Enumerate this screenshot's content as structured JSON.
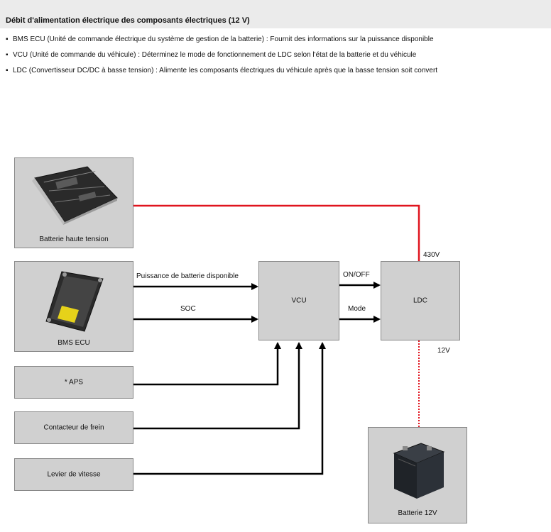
{
  "header": {
    "title": "Débit d'alimentation électrique des composants électriques (12 V)"
  },
  "bullets": [
    "BMS ECU (Unité de commande électrique du système de gestion de la batterie) : Fournit des informations sur la puissance disponible",
    "VCU (Unité de commande du véhicule) : Déterminez le mode de fonctionnement de LDC selon l'état de la batterie et du véhicule",
    "LDC (Convertisseur DC/DC à basse tension) : Alimente les composants électriques du véhicule après que la basse tension soit convert"
  ],
  "bullet_symbol": "▪",
  "diagram": {
    "boxes": {
      "hv_battery": "Batterie haute tension",
      "bms_ecu": "BMS ECU",
      "vcu": "VCU",
      "ldc": "LDC",
      "aps": "* APS",
      "brake_switch": "Contacteur de frein",
      "gear_lever": "Levier de vitesse",
      "battery_12v": "Batterie 12V"
    },
    "edges": {
      "available_power": "Puissance de batterie disponible",
      "soc": "SOC",
      "on_off": "ON/OFF",
      "mode": "Mode",
      "v430": "430V",
      "v12": "12V"
    },
    "colors": {
      "high_voltage_line": "#e0141e",
      "box_fill": "#d0d0d0",
      "arrow": "#000000"
    }
  }
}
